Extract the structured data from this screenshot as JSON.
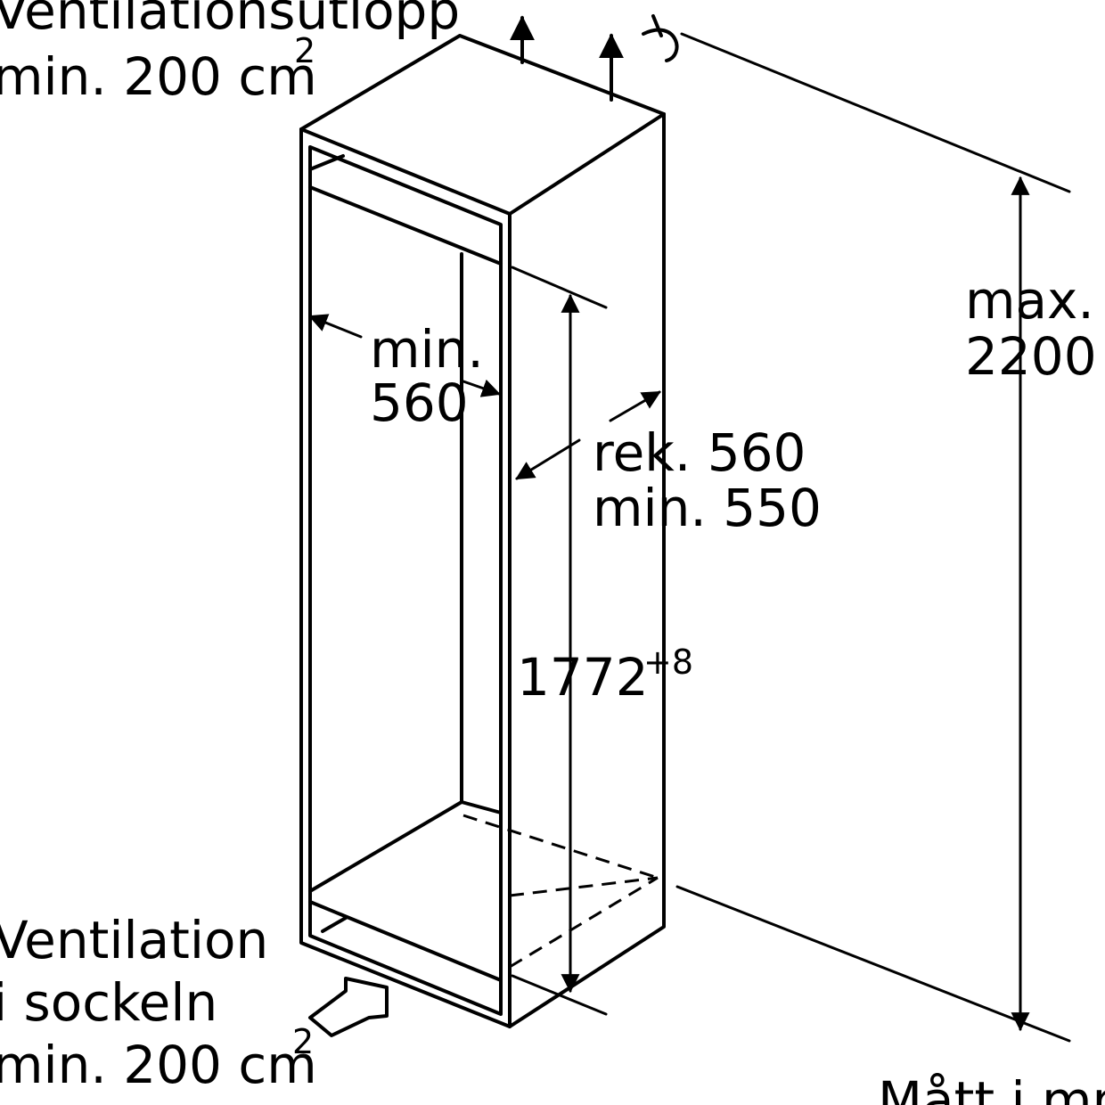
{
  "labels": {
    "vent_out_line1": "Ventilationsutlopp",
    "vent_out_line2": "min. 200 cm",
    "vent_out_unit_sup": "2",
    "max_line1": "max.",
    "max_line2": "2200",
    "min_width_line1": "min.",
    "min_width_line2": "560",
    "depth_line1": "rek. 560",
    "depth_line2": "min. 550",
    "niche_height": "1772",
    "niche_height_sup": "+8",
    "vent_in_line1": "Ventilation",
    "vent_in_line2": "i sockeln",
    "vent_in_line3": "min. 200 cm",
    "vent_in_unit_sup": "2",
    "units_note": "Mått i mm"
  }
}
